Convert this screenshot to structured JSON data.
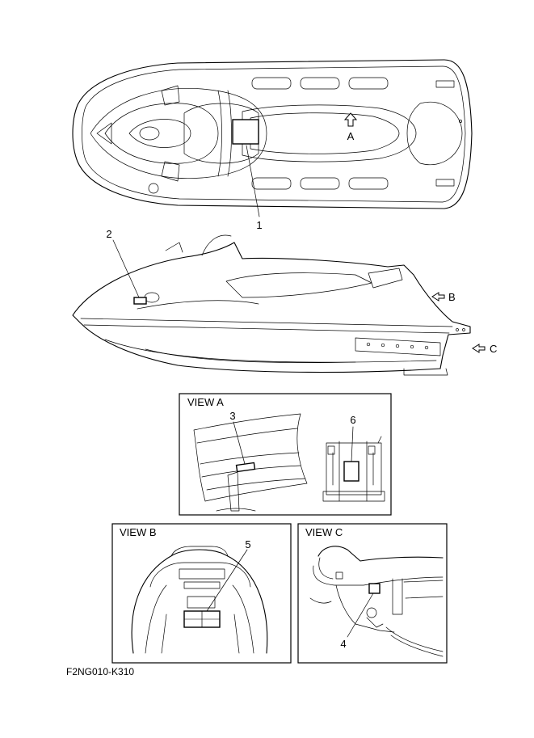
{
  "callouts": {
    "c1": "1",
    "c2": "2",
    "c3": "3",
    "c4": "4",
    "c5": "5",
    "c6": "6"
  },
  "view_markers": {
    "a": "A",
    "b": "B",
    "c": "C"
  },
  "views": {
    "a": "VIEW A",
    "b": "VIEW B",
    "c": "VIEW C"
  },
  "figure_code": "F2NG010-K310"
}
